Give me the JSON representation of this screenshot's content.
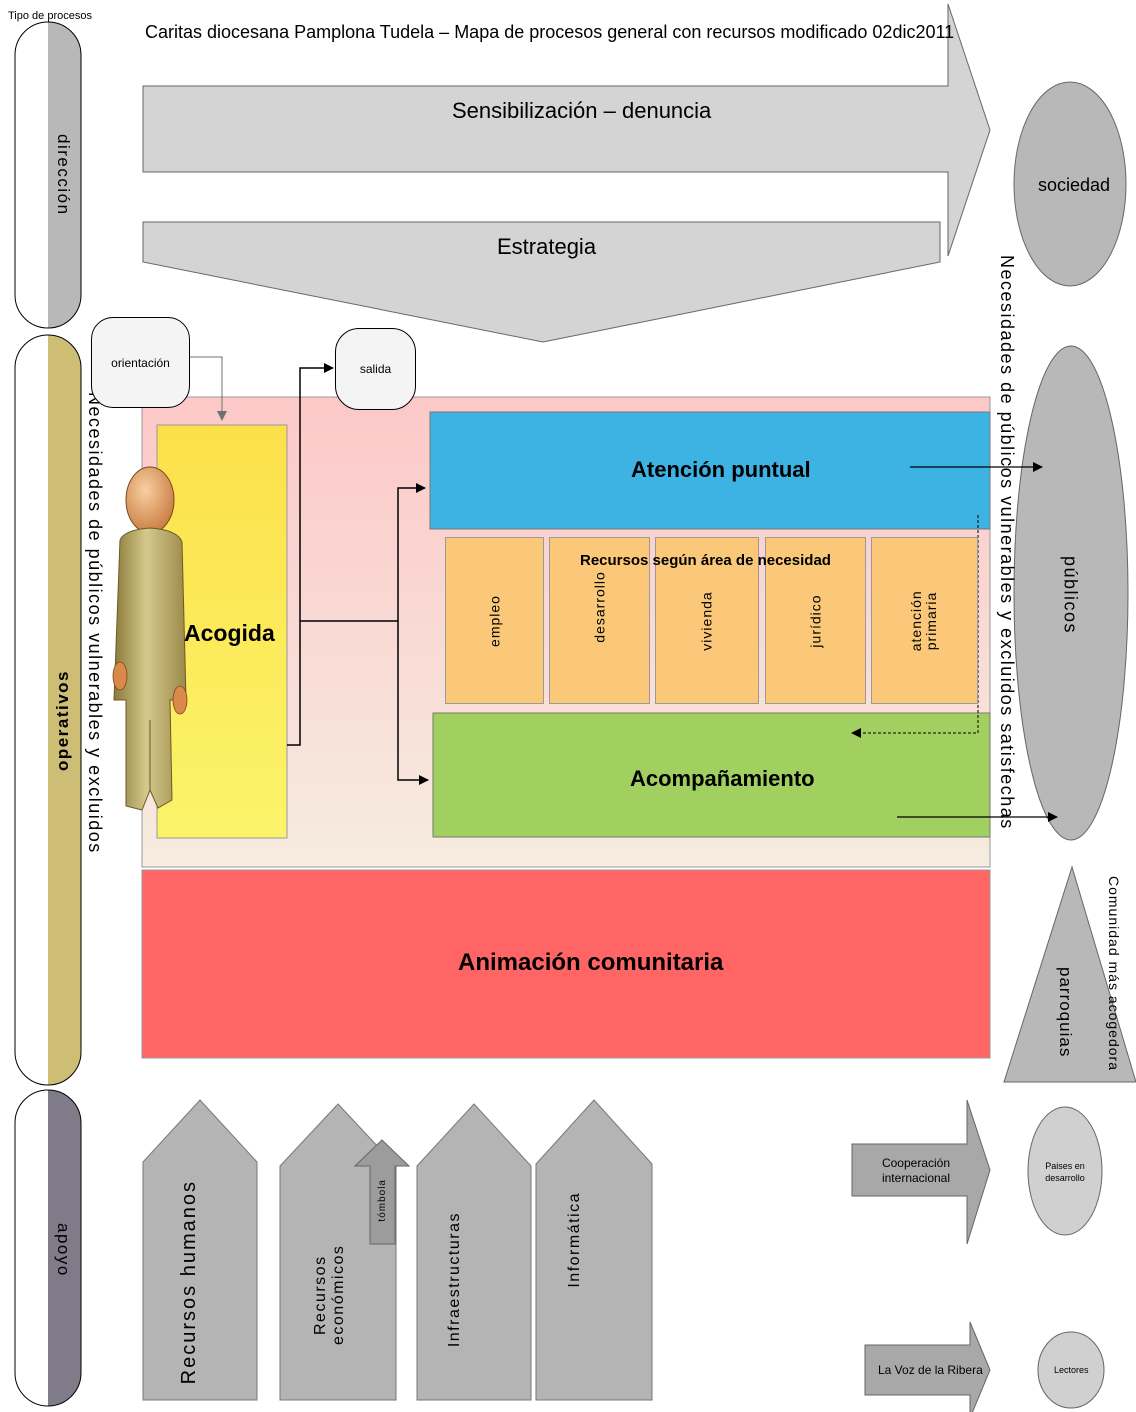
{
  "legend_title": "Tipo de procesos",
  "title": "Caritas diocesana Pamplona Tudela – Mapa de procesos general con recursos modificado 02dic2011",
  "types": {
    "direccion": "dirección",
    "operativos": "operativos",
    "apoyo": "apoyo"
  },
  "direction": {
    "sensibilizacion": "Sensibilización – denuncia",
    "estrategia": "Estrategia"
  },
  "sociedad": "sociedad",
  "publicos": "públicos",
  "parroquias": "parroquias",
  "comunidad": "Comunidad más acogedora",
  "operative": {
    "orientacion": "orientación",
    "salida": "salida",
    "acogida": "Acogida",
    "atencion_puntual": "Atención puntual",
    "recursos_title": "Recursos según área de necesidad",
    "recursos": [
      "empleo",
      "desarrollo",
      "vivienda",
      "jurídico",
      "atención primaria"
    ],
    "acompanamiento": "Acompañamiento",
    "animacion": "Animación comunitaria",
    "needs_left": "Necesidades de públicos vulnerables y excluidos",
    "needs_right": "Necesidades de públicos vulnerables y excluidos satisfechas"
  },
  "support": {
    "rrhh": "Recursos humanos",
    "reco": "Recursos económicos",
    "tombola": "tómbola",
    "infra": "Infraestructuras",
    "info": "Informática"
  },
  "cooperacion": "Cooperación internacional",
  "paises": "Paises en desarrollo",
  "voz": "La Voz de la Ribera",
  "lectores": "Lectores",
  "colors": {
    "gray_arrow": "#d4d4d4",
    "blue": "#3db3e3",
    "green": "#a1d060",
    "orange": "#fac878",
    "red": "#ff6565",
    "yellow": "#fcea4c",
    "pink": "#fcc8c8",
    "olive": "#d4c47f"
  }
}
